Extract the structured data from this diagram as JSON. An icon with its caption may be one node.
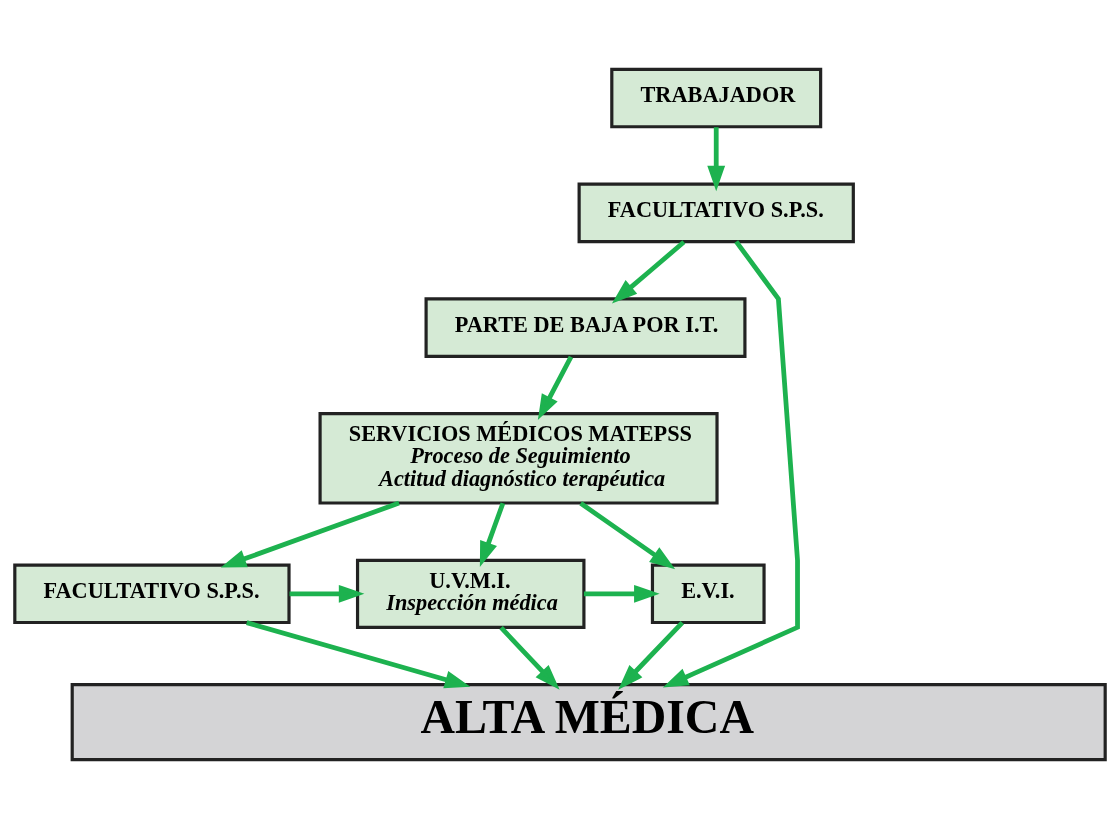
{
  "diagram": {
    "nodes": [
      {
        "text": [
          "TRABAJADOR"
        ]
      },
      {
        "text": [
          "FACULTATIVO S.P.S."
        ]
      },
      {
        "text": [
          "PARTE DE BAJA POR I.T."
        ]
      },
      {
        "text": [
          "SERVICIOS MÉDICOS MATEPSS",
          "Proceso de Seguimiento",
          "Actitud diagnóstico terapéutica"
        ]
      },
      {
        "text": [
          "FACULTATIVO S.P.S."
        ]
      },
      {
        "text": [
          "U.V.M.I.",
          "Inspección médica"
        ]
      },
      {
        "text": [
          "E.V.I."
        ]
      },
      {
        "text": [
          "ALTA MÉDICA"
        ]
      }
    ],
    "edges": [
      {
        "from": 0,
        "to": 1,
        "arrow": "to"
      },
      {
        "from": 1,
        "to": 2,
        "arrow": "to"
      },
      {
        "from": 2,
        "to": 3,
        "arrow": "to"
      },
      {
        "from": 3,
        "to": 4,
        "arrow": "to"
      },
      {
        "from": 3,
        "to": 5,
        "arrow": "to"
      },
      {
        "from": 3,
        "to": 6,
        "arrow": "to"
      },
      {
        "from": 4,
        "to": 5,
        "arrow": "to"
      },
      {
        "from": 5,
        "to": 6,
        "arrow": "to"
      },
      {
        "from": 1,
        "to": 7,
        "arrow": "to"
      },
      {
        "from": 4,
        "to": 7,
        "arrow": "to"
      },
      {
        "from": 5,
        "to": 7,
        "arrow": "to"
      },
      {
        "from": 6,
        "to": 7,
        "arrow": "to"
      }
    ]
  }
}
